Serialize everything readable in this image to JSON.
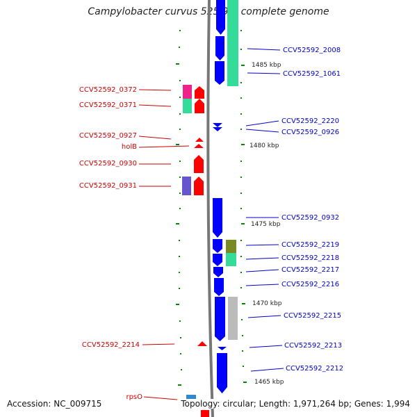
{
  "title": "Campylobacter curvus 525.92, complete genome",
  "footer": {
    "accession": "Accession: NC_009715",
    "topology": "Topology: circular; Length: 1,971,264 bp; Genes: 1,994"
  },
  "colors": {
    "forward_label": "#cc0000",
    "reverse_label": "#0000cc",
    "forward_gene": "#ff0000",
    "reverse_gene": "#0000ff",
    "backbone": "#777777",
    "tick": "#008800"
  },
  "scale_labels": [
    "1485 kbp",
    "1480 kbp",
    "1475 kbp",
    "1470 kbp",
    "1465 kbp"
  ],
  "left_labels": [
    "CCV52592_0372",
    "CCV52592_0371",
    "CCV52592_0927",
    "holB",
    "CCV52592_0930",
    "CCV52592_0931",
    "CCV52592_2214",
    "rpsO"
  ],
  "right_labels": [
    "CCV52592_2008",
    "CCV52592_1061",
    "CCV52592_2220",
    "CCV52592_0926",
    "CCV52592_0932",
    "CCV52592_2219",
    "CCV52592_2218",
    "CCV52592_2217",
    "CCV52592_2216",
    "CCV52592_2215",
    "CCV52592_2213",
    "CCV52592_2212"
  ]
}
